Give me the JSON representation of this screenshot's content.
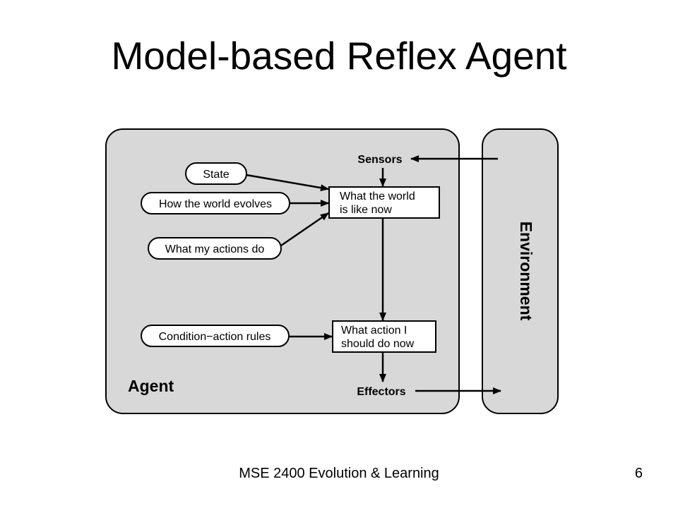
{
  "slide": {
    "title": "Model-based Reflex Agent",
    "footer": "MSE 2400 Evolution & Learning",
    "page_number": "6"
  },
  "diagram": {
    "agent_label": "Agent",
    "environment_label": "Environment",
    "sensors_label": "Sensors",
    "effectors_label": "Effectors",
    "inputs": {
      "state": "State",
      "world_evolves": "How the world evolves",
      "actions_do": "What my actions do",
      "rules": "Condition−action rules"
    },
    "boxes": {
      "world_now_line1": "What the world",
      "world_now_line2": "is like now",
      "action_line1": "What action I",
      "action_line2": "should do now"
    },
    "colors": {
      "panel_fill": "#d8d8d8",
      "stroke": "#000000",
      "box_fill": "#ffffff"
    }
  }
}
